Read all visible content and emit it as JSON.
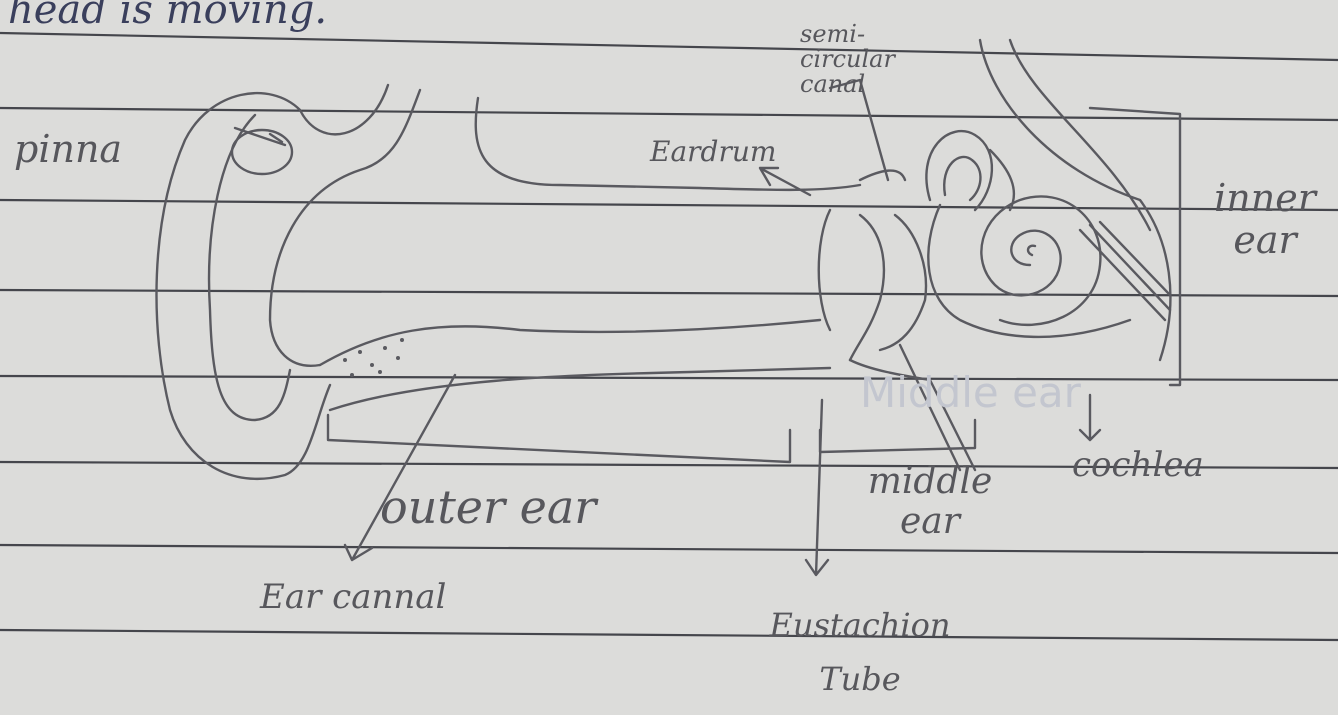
{
  "page": {
    "header_text": "head is moving.",
    "bleed_through_text": "Middle ear"
  },
  "labels": {
    "pinna": "pinna",
    "semicircular_canal": "semi-circular canal",
    "eardrum": "Eardrum",
    "inner_ear": "inner ear",
    "cochlea": "cochlea",
    "outer_ear": "outer ear",
    "middle_ear": "middle ear",
    "ear_canal": "Ear cannal",
    "eustachian_tube": "Eustachion Tube"
  },
  "colors": {
    "paper": "#dcdcda",
    "ruled_line": "#3f4046",
    "pencil": "#5a5a60",
    "header_ink": "#3a3f5c"
  }
}
